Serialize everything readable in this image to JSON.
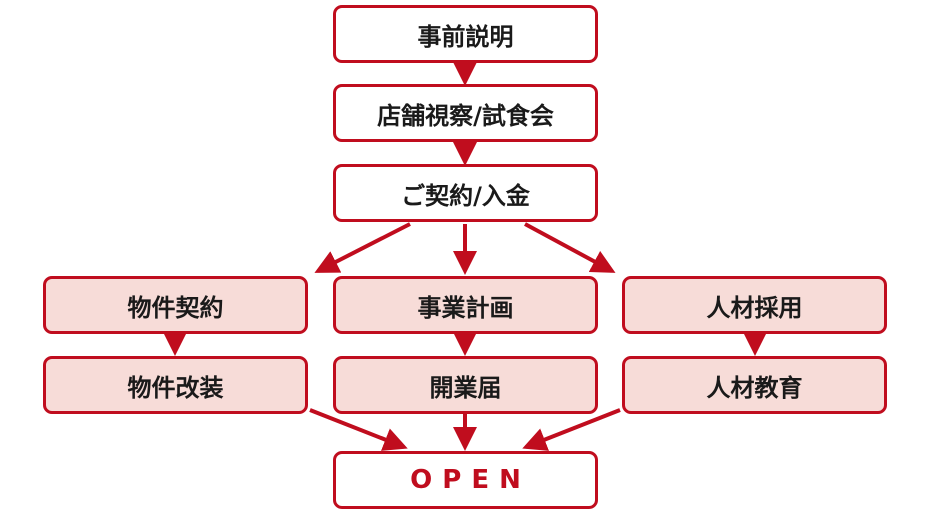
{
  "flow": {
    "step1": "事前説明",
    "step2": "店舗視察/試食会",
    "step3": "ご契約/入金",
    "left": [
      "物件契約",
      "物件改装"
    ],
    "center": [
      "事業計画",
      "開業届"
    ],
    "right": [
      "人材採用",
      "人材教育"
    ],
    "final": "OPEN"
  },
  "colors": {
    "accent": "#c00d1e",
    "fill": "#f7dcd8"
  }
}
